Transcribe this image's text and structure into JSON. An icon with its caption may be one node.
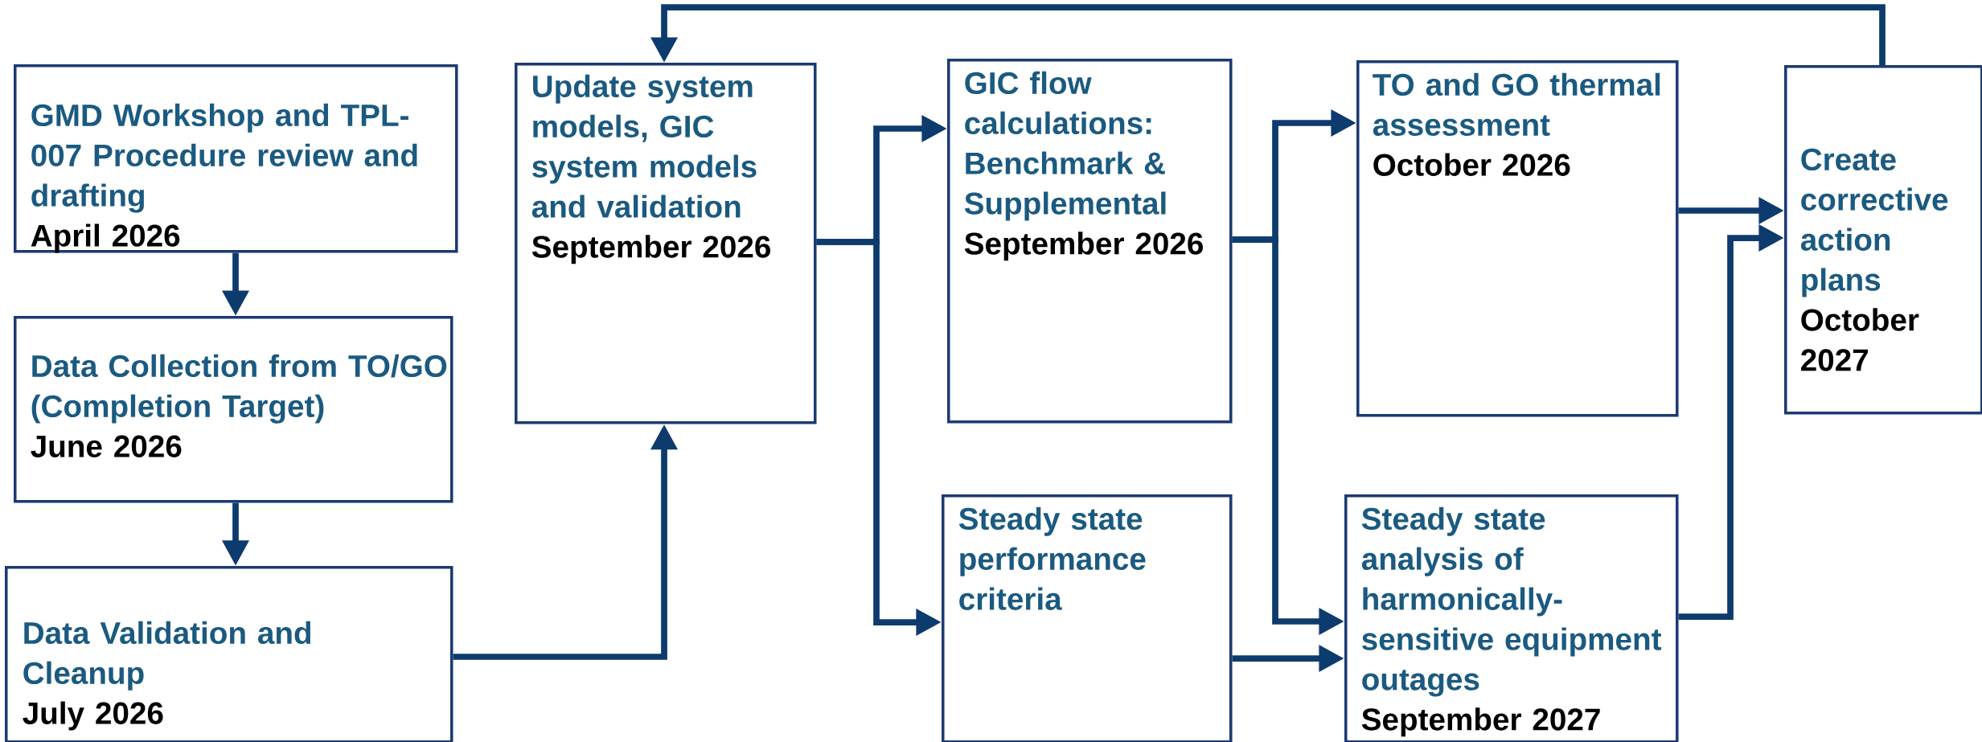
{
  "diagram": {
    "nodes": [
      {
        "text": [
          "GMD Workshop and TPL-007 Procedure review and drafting",
          "April 2026"
        ]
      },
      {
        "text": [
          "Data Collection from TO/GO (Completion Target)",
          "June 2026"
        ]
      },
      {
        "text": [
          "Data  Validation and Cleanup",
          "July 2026"
        ]
      },
      {
        "text": [
          "Update system models, GIC system models and validation",
          "September 2026"
        ]
      },
      {
        "text": [
          "GIC flow calculations: Benchmark & Supplemental",
          "September 2026"
        ]
      },
      {
        "text": [
          "Steady state performance criteria"
        ]
      },
      {
        "text": [
          "TO and GO thermal assessment",
          "October 2026"
        ]
      },
      {
        "text": [
          "Steady state analysis of harmonically-sensitive equipment outages",
          "September 2027"
        ]
      },
      {
        "text": [
          "Create corrective action plans",
          "October 2027"
        ]
      }
    ],
    "edges": [
      {
        "from": 0,
        "to": 1,
        "arrow": "to"
      },
      {
        "from": 1,
        "to": 2,
        "arrow": "to"
      },
      {
        "from": 2,
        "to": 3,
        "arrow": "to"
      },
      {
        "from": 3,
        "to": 4,
        "arrow": "to"
      },
      {
        "from": 3,
        "to": 5,
        "arrow": "to"
      },
      {
        "from": 4,
        "to": 6,
        "arrow": "to"
      },
      {
        "from": 4,
        "to": 7,
        "arrow": "to"
      },
      {
        "from": 5,
        "to": 7,
        "arrow": "to"
      },
      {
        "from": 6,
        "to": 8,
        "arrow": "to"
      },
      {
        "from": 7,
        "to": 8,
        "arrow": "to"
      },
      {
        "from": 8,
        "to": 3,
        "arrow": "to"
      }
    ]
  }
}
